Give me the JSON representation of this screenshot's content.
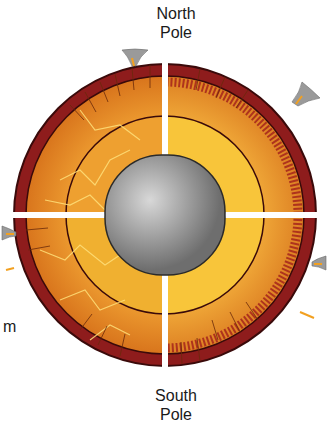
{
  "diagram": {
    "labels": [
      "North Pole",
      "South Pole",
      "m"
    ]
  }
}
